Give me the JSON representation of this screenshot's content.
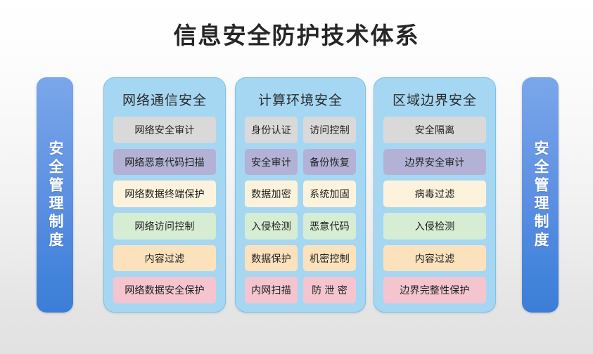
{
  "title": "信息安全防护技术体系",
  "colors": {
    "page_bg_top": "#ffffff",
    "page_bg_bottom": "#e2e2e2",
    "side_bar_blue_top": "#7aa7ea",
    "side_bar_blue_bottom": "#3c7ed7",
    "panel_bg": "#a5d7f3",
    "panel_border": "#7cc2e7",
    "chip_gray": "#d9d9d9",
    "chip_purple": "#b3b2d6",
    "chip_cream": "#fdf3dd",
    "chip_green": "#d6edd3",
    "chip_orange": "#fbe2bd",
    "chip_pink": "#f4c5cf",
    "title_text": "#262626"
  },
  "left_bar": {
    "label": "安全管理制度"
  },
  "right_bar": {
    "label": "安全管理制度"
  },
  "columns": [
    {
      "title": "网络通信安全",
      "rows": [
        {
          "color": "gray",
          "cells": [
            "网络安全审计"
          ]
        },
        {
          "color": "purple",
          "cells": [
            "网络恶意代码扫描"
          ]
        },
        {
          "color": "cream",
          "cells": [
            "网络数据终端保护"
          ]
        },
        {
          "color": "green",
          "cells": [
            "网络访问控制"
          ]
        },
        {
          "color": "orange",
          "cells": [
            "内容过滤"
          ]
        },
        {
          "color": "pink",
          "cells": [
            "网络数据安全保护"
          ]
        }
      ]
    },
    {
      "title": "计算环境安全",
      "rows": [
        {
          "color": "gray",
          "cells": [
            "身份认证",
            "访问控制"
          ]
        },
        {
          "color": "purple",
          "cells": [
            "安全审计",
            "备份恢复"
          ]
        },
        {
          "color": "cream",
          "cells": [
            "数据加密",
            "系统加固"
          ]
        },
        {
          "color": "green",
          "cells": [
            "入侵检测",
            "恶意代码"
          ]
        },
        {
          "color": "orange",
          "cells": [
            "数据保护",
            "机密控制"
          ]
        },
        {
          "color": "pink",
          "cells": [
            "内网扫描",
            "防 泄 密"
          ]
        }
      ]
    },
    {
      "title": "区域边界安全",
      "rows": [
        {
          "color": "gray",
          "cells": [
            "安全隔离"
          ]
        },
        {
          "color": "purple",
          "cells": [
            "边界安全审计"
          ]
        },
        {
          "color": "cream",
          "cells": [
            "病毒过滤"
          ]
        },
        {
          "color": "green",
          "cells": [
            "入侵检测"
          ]
        },
        {
          "color": "orange",
          "cells": [
            "内容过滤"
          ]
        },
        {
          "color": "pink",
          "cells": [
            "边界完整性保护"
          ]
        }
      ]
    }
  ]
}
